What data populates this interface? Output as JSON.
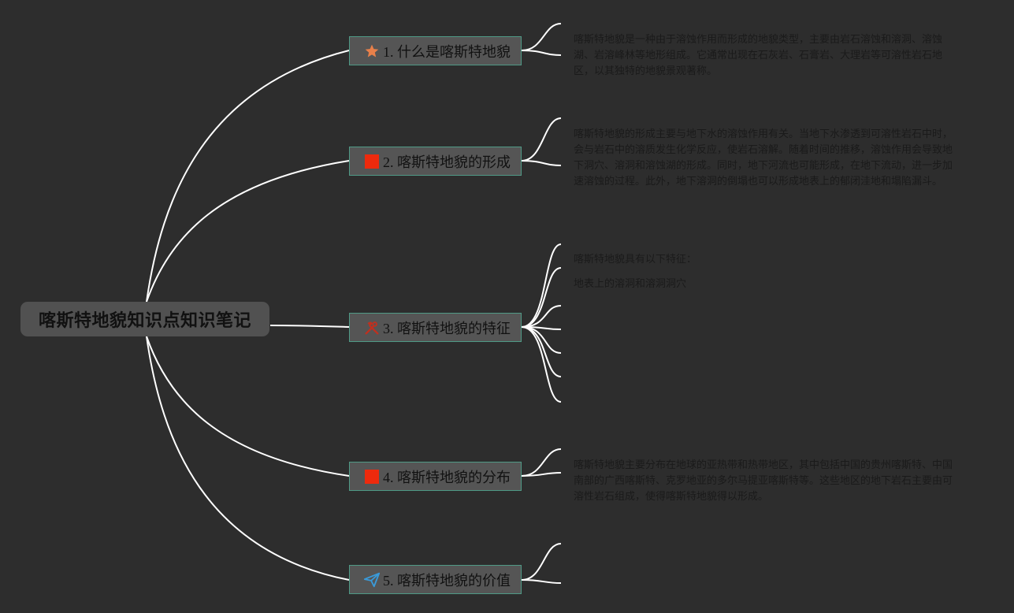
{
  "root": {
    "title": "喀斯特地貌知识点知识笔记"
  },
  "branches": [
    {
      "label": "1. 什么是喀斯特地貌",
      "icon": "star-icon",
      "icon_color": "#e8804a"
    },
    {
      "label": "2. 喀斯特地貌的形成",
      "icon": "red-square-icon",
      "icon_color": "#ee2a0d"
    },
    {
      "label": "3. 喀斯特地貌的特征",
      "icon": "tools-icon",
      "icon_color": "#c0301f"
    },
    {
      "label": "4. 喀斯特地貌的分布",
      "icon": "red-square-icon",
      "icon_color": "#ee2a0d"
    },
    {
      "label": "5. 喀斯特地貌的价值",
      "icon": "paper-plane-icon",
      "icon_color": "#3a9ad9"
    }
  ],
  "notes": {
    "b1": "喀斯特地貌是一种由于溶蚀作用而形成的地貌类型，主要由岩石溶蚀和溶洞、溶蚀湖、岩溶峰林等地形组成。它通常出现在石灰岩、石膏岩、大理岩等可溶性岩石地区，以其独特的地貌景观著称。",
    "b2": "喀斯特地貌的形成主要与地下水的溶蚀作用有关。当地下水渗透到可溶性岩石中时，会与岩石中的溶质发生化学反应，使岩石溶解。随着时间的推移，溶蚀作用会导致地下洞穴、溶洞和溶蚀湖的形成。同时，地下河流也可能形成，在地下流动，进一步加速溶蚀的过程。此外，地下溶洞的倒塌也可以形成地表上的郁闭洼地和塌陷漏斗。",
    "b3_intro": "喀斯特地貌具有以下特征：",
    "b3_item1": "地表上的溶洞和溶洞洞穴",
    "b4": "喀斯特地貌主要分布在地球的亚热带和热带地区，其中包括中国的贵州喀斯特、中国南部的广西喀斯特、克罗地亚的多尔马提亚喀斯特等。这些地区的地下岩石主要由可溶性岩石组成，使得喀斯特地貌得以形成。"
  }
}
